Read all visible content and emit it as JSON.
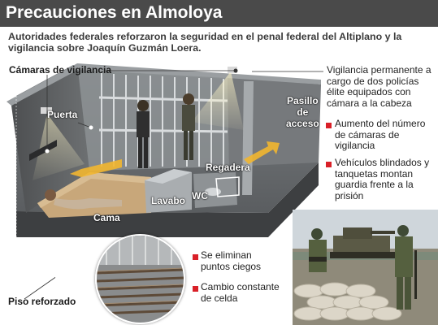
{
  "header": {
    "title": "Precauciones en Almoloya",
    "subtitle": "Autoridades federales reforzaron la seguridad en el penal federal del Altiplano y la vigilancia sobre Joaquín Guzmán Loera."
  },
  "labels": {
    "cameras": "Cámaras de vigilancia",
    "door": "Puerta",
    "corridor": [
      "Pasillo",
      "de",
      "acceso"
    ],
    "shower": "Regadera",
    "sink": "Lavabo",
    "wc": "WC",
    "bed": "Cama",
    "floor": "Piso reforzado"
  },
  "callouts": {
    "surveillance": "Vigilancia permanente a cargo de dos policías élite equipados con cámara a la cabeza"
  },
  "bullets": [
    "Aumento del número de cámaras de vigilancia",
    "Vehículos blindados y tanquetas montan guardia frente a la prisión"
  ],
  "bottom_bullets": [
    "Se eliminan puntos ciegos",
    "Cambio constante de celda"
  ],
  "colors": {
    "header_bg": "#4a4a4a",
    "bullet_red": "#d92028",
    "arrow_yellow": "#f2b630"
  }
}
